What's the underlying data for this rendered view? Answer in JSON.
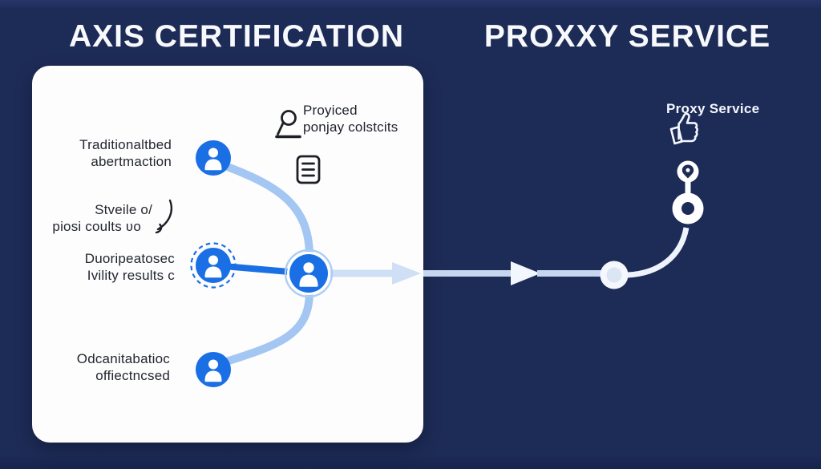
{
  "titles": {
    "left": "AXIS CERTIFICATION",
    "right": "PROXXY SERVICE"
  },
  "card": {
    "labels": [
      {
        "line1": "Traditionaltbed",
        "line2": "abertmaction"
      },
      {
        "line1": "Stveile o/",
        "line2": "piosi coults ʋo"
      },
      {
        "line1": "Duoripeatosec",
        "line2": "Ivility results  c"
      },
      {
        "line1": "Odcanitabatioc",
        "line2": "offiectncsed"
      }
    ],
    "note": {
      "line1": "Proyiced",
      "line2": "ponjay colstcits"
    }
  },
  "proxy": {
    "label": "Proxy Service"
  },
  "icons": {
    "person_nodes": "person-icon",
    "note_icon": "proxied-person-icon",
    "document": "document-icon",
    "thumbs_up": "thumbs-up-icon",
    "location": "location-pin-icon"
  },
  "colors": {
    "background": "#1d2b57",
    "card": "#fdfdfe",
    "node_blue": "#1a6fe4",
    "light_curve": "#a3c6f2",
    "pale_line": "#cfdff6",
    "dark_bg_line": "#c6d6ef",
    "white_line": "#f2f6fd",
    "label_text": "#23272f",
    "title_text": "#f7f9fc"
  }
}
